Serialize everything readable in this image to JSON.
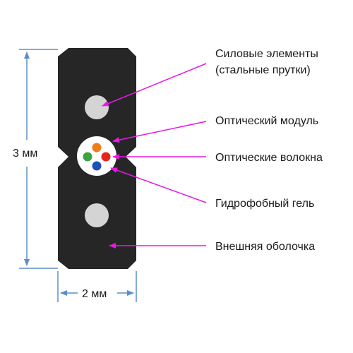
{
  "dimensions": {
    "height_label": "3 мм",
    "width_label": "2 мм"
  },
  "labels": {
    "strength_members_line1": "Силовые элементы",
    "strength_members_line2": "(стальные прутки)",
    "optical_module": "Оптический модуль",
    "optical_fibers": "Оптические волокна",
    "hydrophobic_gel": "Гидрофобный гель",
    "outer_sheath": "Внешняя оболочка"
  },
  "colors": {
    "sheath": "#262626",
    "steel_rod": "#d4d4d4",
    "module": "#ffffff",
    "fiber_green": "#3aa640",
    "fiber_orange": "#f07d1a",
    "fiber_red": "#e8251c",
    "fiber_blue": "#1c4fb8",
    "pointer": "#e619e6",
    "dimension": "#5a8fc8"
  }
}
